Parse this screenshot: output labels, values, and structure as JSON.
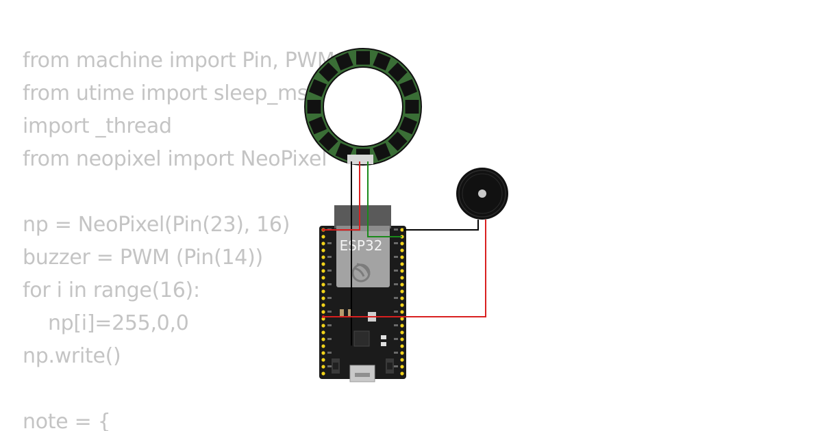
{
  "code": {
    "lines": [
      "from machine import Pin, PWM",
      "from utime import sleep_ms",
      "import _thread",
      "from neopixel import NeoPixel",
      "",
      "np = NeoPixel(Pin(23), 16)",
      "buzzer = PWM (Pin(14))",
      "for i in range(16):",
      "    np[i]=255,0,0",
      "np.write()",
      "",
      "note = {"
    ]
  },
  "circuit": {
    "board": {
      "chip_label": "ESP32"
    },
    "neopixel_ring": {
      "pixel_count": 16
    },
    "colors": {
      "board": "#1b1b1b",
      "pins": "#f2d31b",
      "module": "#9e9e9e",
      "ring": "#111111",
      "led": "#3a6e36",
      "wire_red": "#d91f1f",
      "wire_black": "#000000",
      "wire_green": "#1a8a1a"
    }
  }
}
